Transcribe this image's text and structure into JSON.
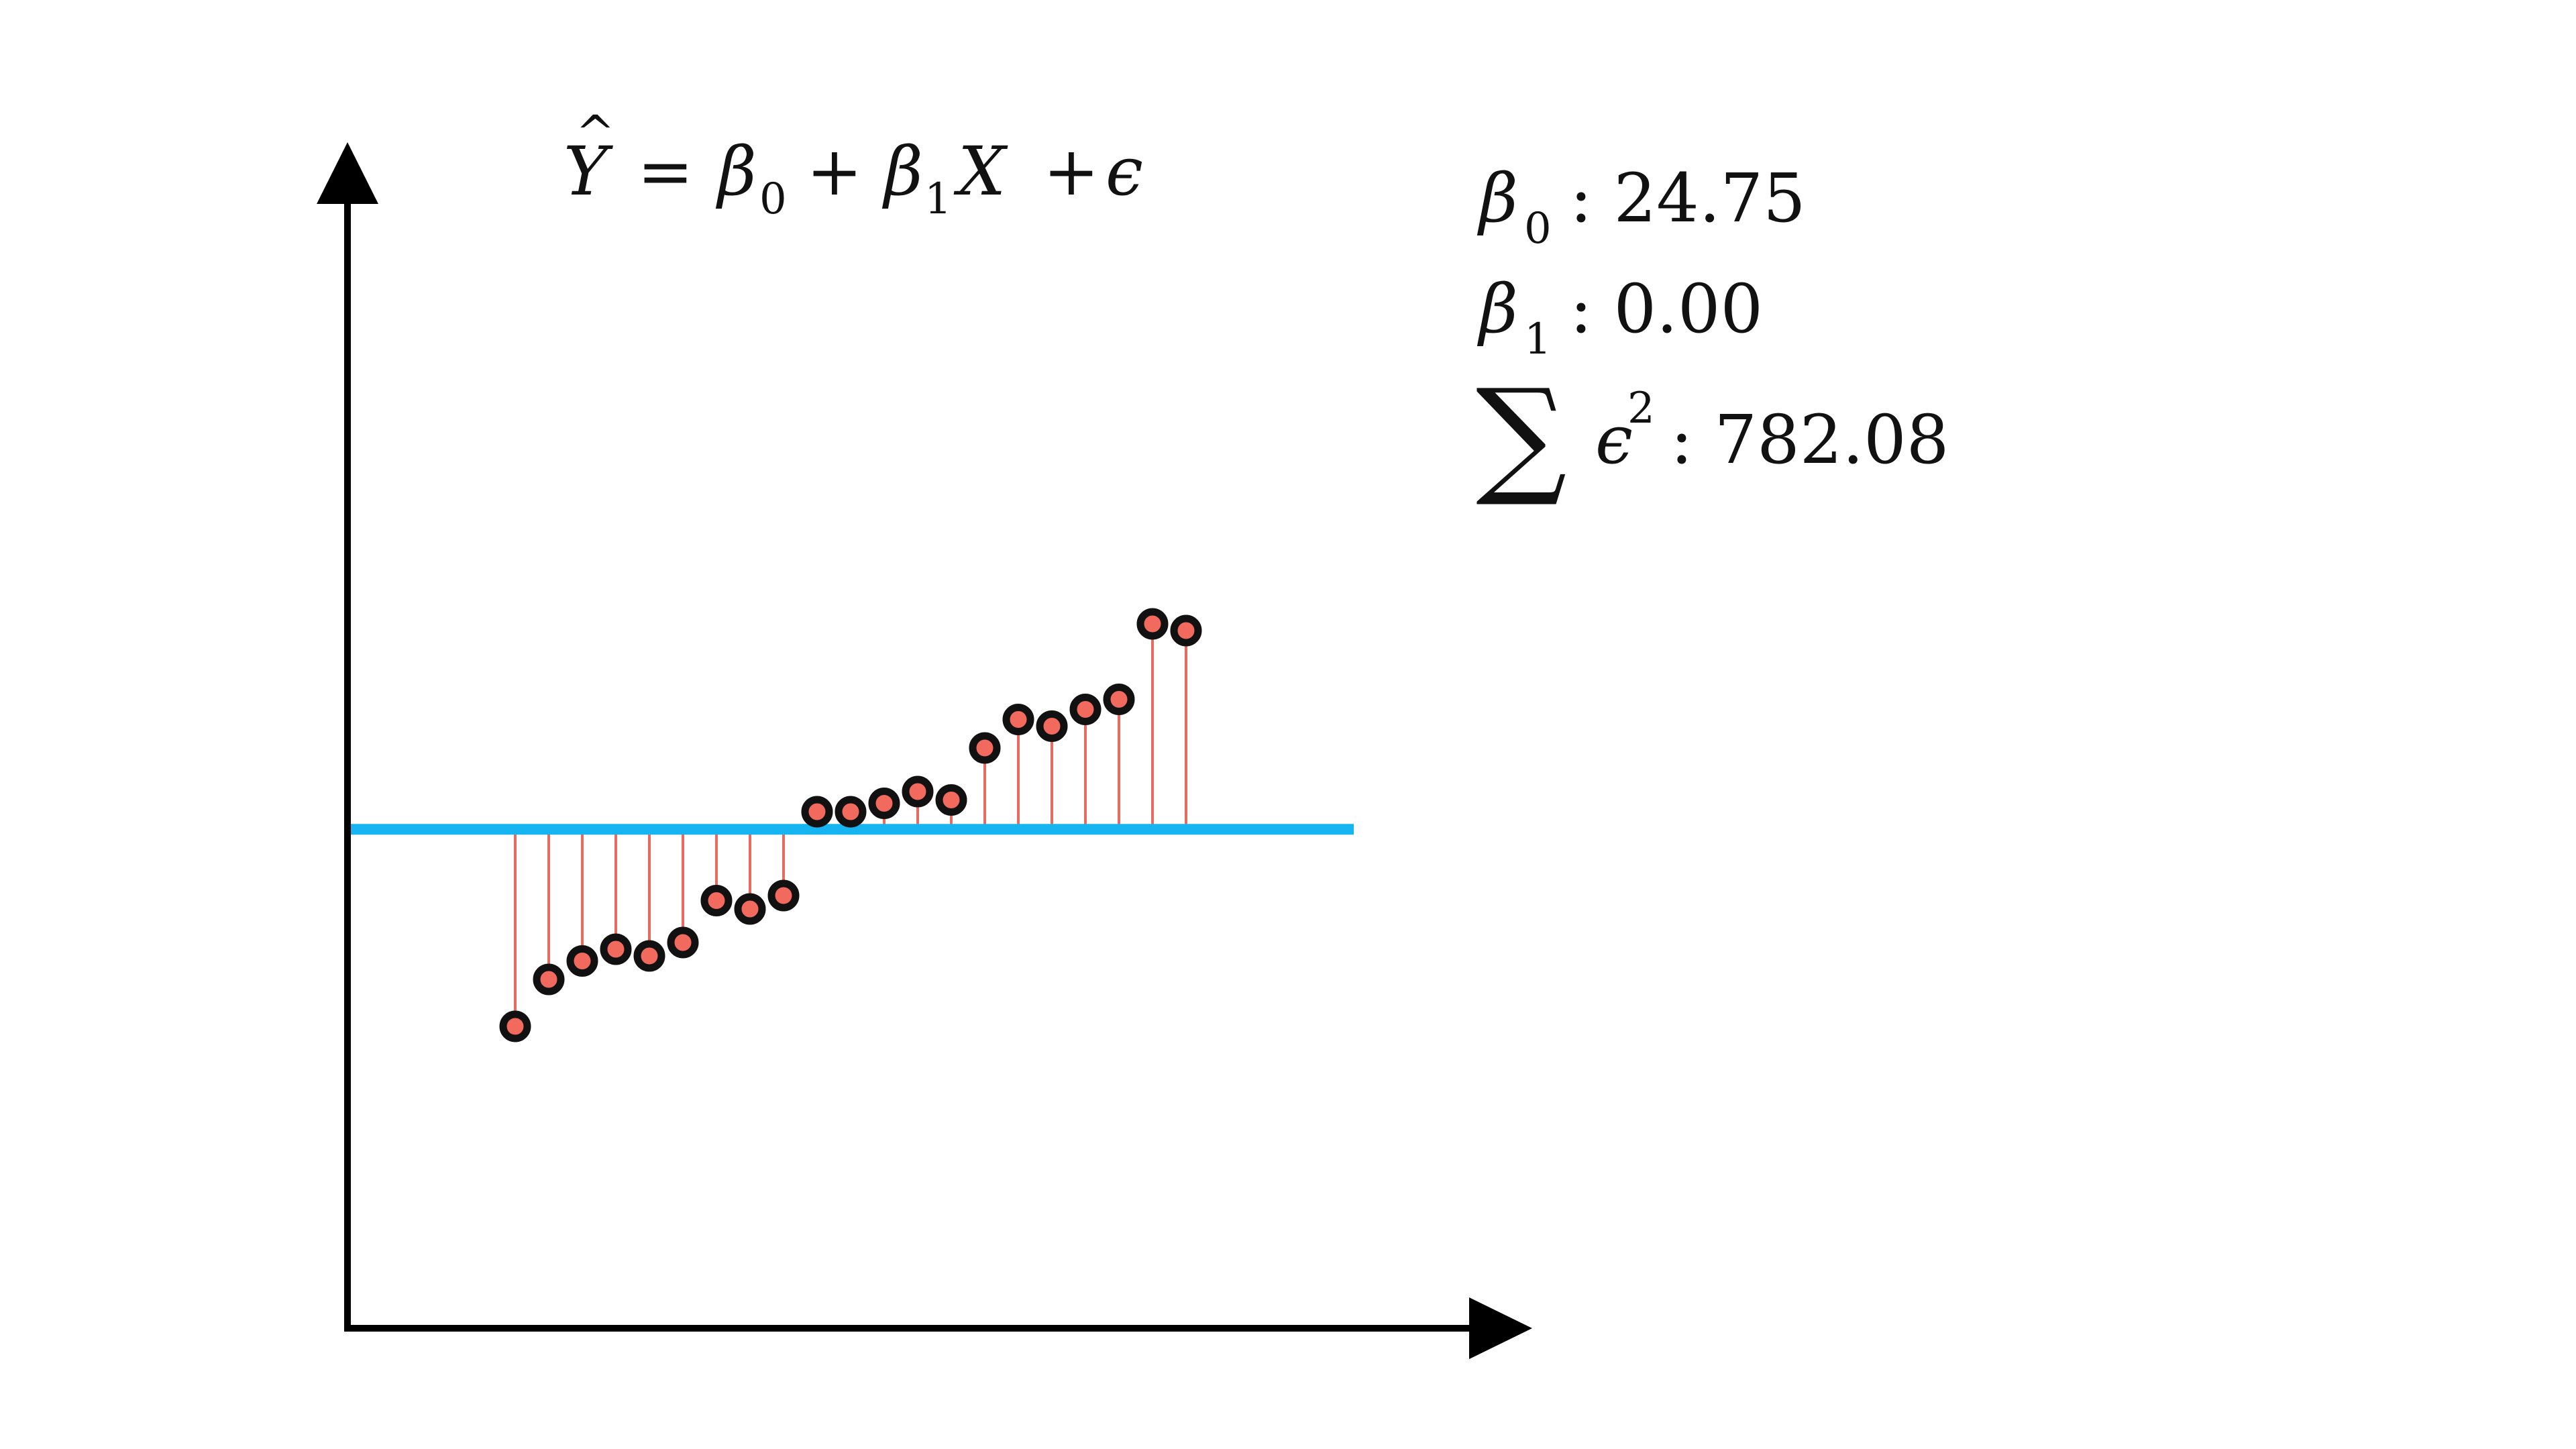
{
  "colors": {
    "background": "#ffffff",
    "axis": "#000000",
    "fit_line": "#16b4f0",
    "residual": "#e96a5e",
    "point_fill": "#f26a5e",
    "point_stroke": "#111111"
  },
  "equation": {
    "lhs": "Y",
    "hat": "^",
    "equals": "=",
    "beta": "β",
    "sub0": "0",
    "sub1": "1",
    "plus": "+",
    "x": "X",
    "eps": "ϵ"
  },
  "stats": {
    "b0_sym": "β",
    "b0_sub": "0",
    "b0_value": ": 24.75",
    "b1_sym": "β",
    "b1_sub": "1",
    "b1_value": ": 0.00",
    "sum_sym": "∑",
    "eps_sym": "ϵ",
    "eps_sup": "2",
    "sse_value": ": 782.08"
  },
  "chart_data": {
    "type": "scatter",
    "fit_line_y": 24.75,
    "xlim": [
      0,
      30
    ],
    "ylim": [
      -5,
      55
    ],
    "x": [
      5,
      6,
      7,
      8,
      9,
      10,
      11,
      12,
      13,
      14,
      15,
      16,
      17,
      18,
      19,
      20,
      21,
      22,
      23,
      24,
      25
    ],
    "y": [
      13.0,
      15.8,
      16.9,
      17.6,
      17.2,
      18.0,
      20.5,
      20.0,
      20.8,
      25.8,
      25.8,
      26.3,
      27.0,
      26.5,
      29.6,
      31.3,
      30.9,
      31.9,
      32.5,
      37.0,
      36.6
    ],
    "grid": false,
    "residual_lines": true
  }
}
